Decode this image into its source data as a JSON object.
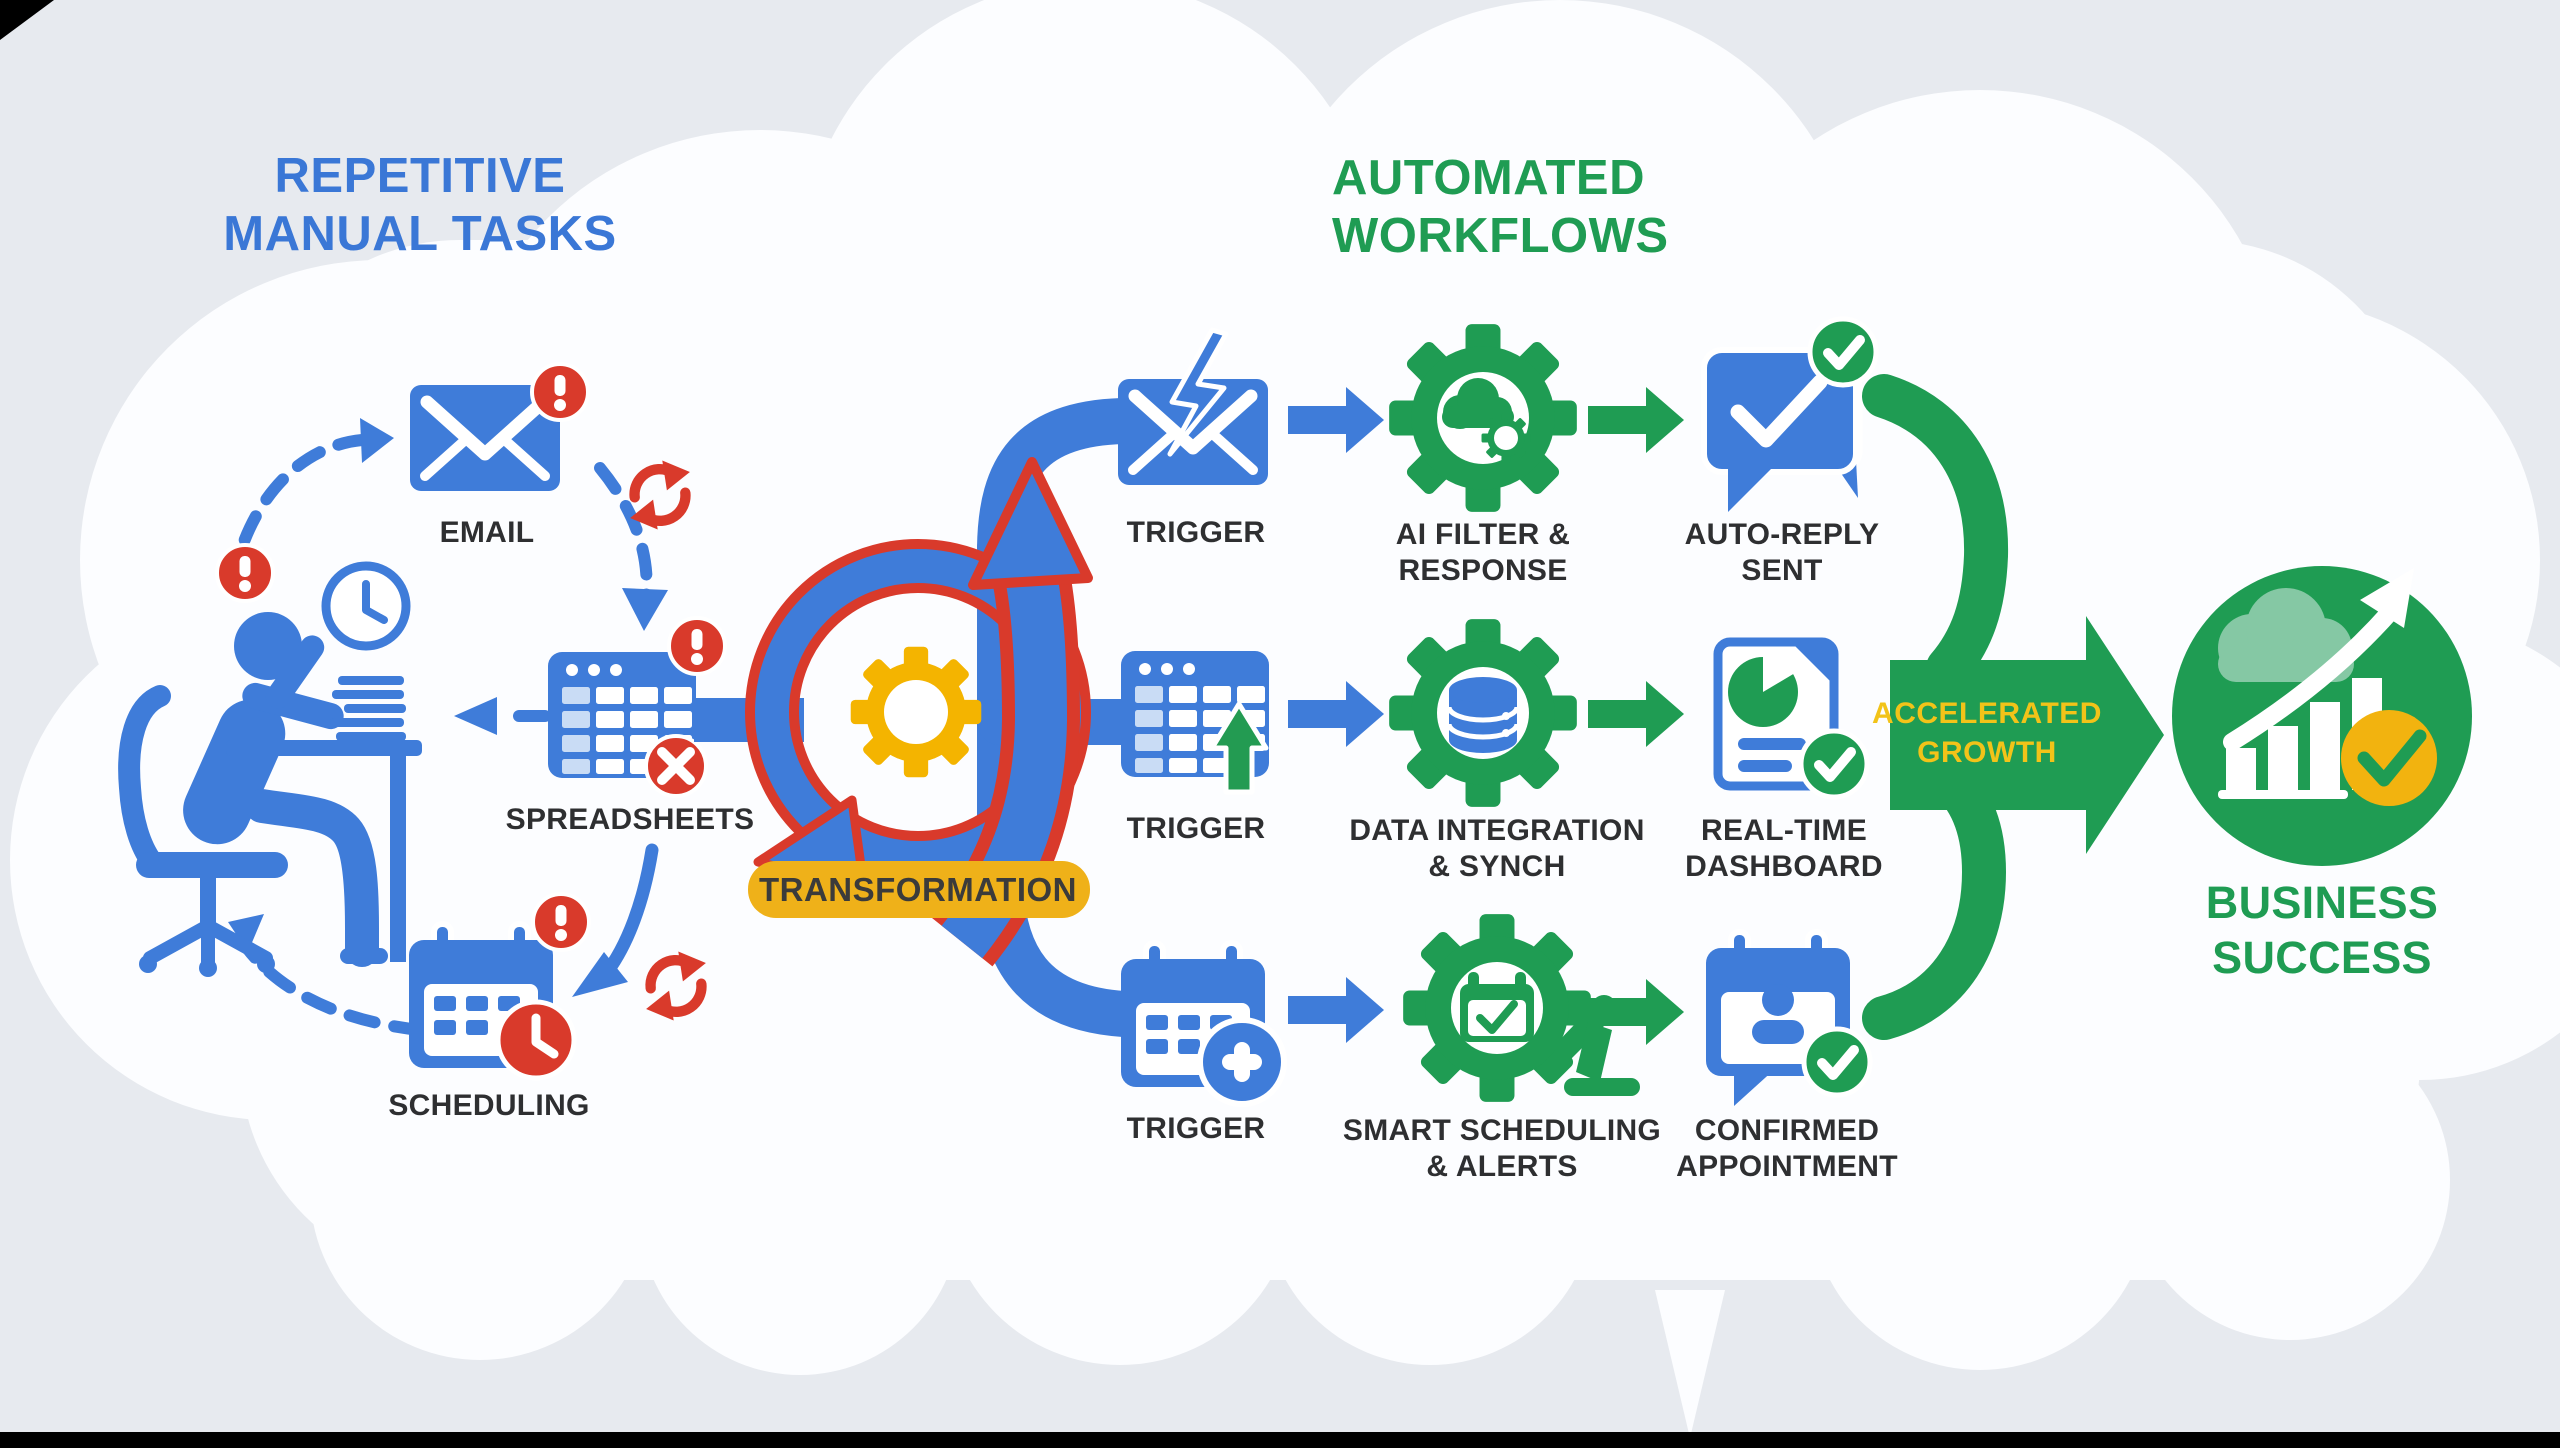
{
  "titles": {
    "left": "REPETITIVE\nMANUAL TASKS",
    "right": "AUTOMATED\nWORKFLOWS"
  },
  "left_flow": {
    "email_label": "EMAIL",
    "spreadsheets_label": "SPREADSHEETS",
    "scheduling_label": "SCHEDULING"
  },
  "transformation": {
    "label": "TRANSFORMATION"
  },
  "workflow_rows": [
    {
      "trigger_label": "TRIGGER",
      "process_label": "AI FILTER &\nRESPONSE",
      "output_label": "AUTO-REPLY\nSENT"
    },
    {
      "trigger_label": "TRIGGER",
      "process_label": "DATA INTEGRATION\n& SYNCH",
      "output_label": "REAL-TIME\nDASHBOARD"
    },
    {
      "trigger_label": "TRIGGER",
      "process_label": "SMART SCHEDULING\n& ALERTS",
      "output_label": "CONFIRMED\nAPPOINTMENT"
    }
  ],
  "outcome": {
    "growth_label": "ACCELERATED\nGROWTH",
    "success_label": "BUSINESS\nSUCCESS"
  },
  "colors": {
    "blue": "#3f7cd9",
    "red": "#d93a2b",
    "green": "#1f9c53",
    "yellow_gear": "#f4b400",
    "gold_pill": "#efb119",
    "growth_text": "#f2c319",
    "label_dark": "#2e2f31",
    "title_blue": "#3a77d6",
    "title_green": "#1f9c53",
    "background": "#e7eaef",
    "cloud_white": "#fcfdff",
    "light_green": "#85c8a4",
    "light_blue_cell": "#c9dcf5"
  },
  "icons": [
    "email-icon",
    "alert-icon",
    "sync-icon",
    "clock-icon",
    "person-at-desk-icon",
    "spreadsheet-icon",
    "error-x-icon",
    "calendar-icon",
    "clock-badge-icon",
    "transformation-cycle-icon",
    "gear-icon",
    "lightning-email-icon",
    "arrow-right-icon",
    "ai-cloud-gear-icon",
    "chat-check-icon",
    "check-badge-icon",
    "spreadsheet-upload-icon",
    "database-gear-icon",
    "dashboard-document-icon",
    "calendar-plus-icon",
    "robot-scheduling-gear-icon",
    "calendar-person-icon",
    "growth-arrow-icon",
    "business-success-icon",
    "cloud-background"
  ]
}
